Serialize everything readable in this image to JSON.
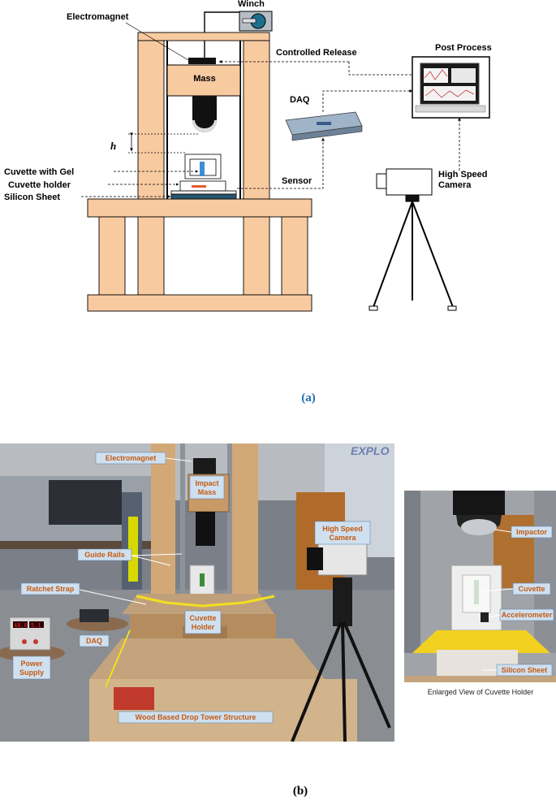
{
  "diagram": {
    "labels": {
      "winch": "Winch",
      "electromagnet": "Electromagnet",
      "controlled_release": "Controlled Release",
      "mass": "Mass",
      "daq": "DAQ",
      "post_process": "Post Process",
      "h": "h",
      "cuvette_with_gel": "Cuvette with Gel",
      "cuvette_holder": "Cuvette holder",
      "silicon_sheet": "Silicon Sheet",
      "sensor": "Sensor",
      "high_speed": "High Speed",
      "camera": "Camera"
    },
    "caption": "(a)"
  },
  "photo": {
    "tags": {
      "electromagnet": "Electromagnet",
      "impact_mass_1": "Impact",
      "impact_mass_2": "Mass",
      "high_speed_1": "High Speed",
      "high_speed_2": "Camera",
      "guide_rails": "Guide Rails",
      "ratchet_strap": "Ratchet Strap",
      "cuvette_holder_1": "Cuvette",
      "cuvette_holder_2": "Holder",
      "daq": "DAQ",
      "power_supply_1": "Power",
      "power_supply_2": "Supply",
      "wood_structure": "Wood Based Drop Tower Structure"
    },
    "inset_tags": {
      "impactor": "Impactor",
      "cuvette": "Cuvette",
      "accelerometer": "Accelerometer",
      "silicon_sheet": "Silicon Sheet"
    },
    "inset_caption": "Enlarged View of Cuvette Holder",
    "psu_display_left": "48.0",
    "psu_display_right": "5.1",
    "wall_text": "EXPLO",
    "caption": "(b)"
  }
}
